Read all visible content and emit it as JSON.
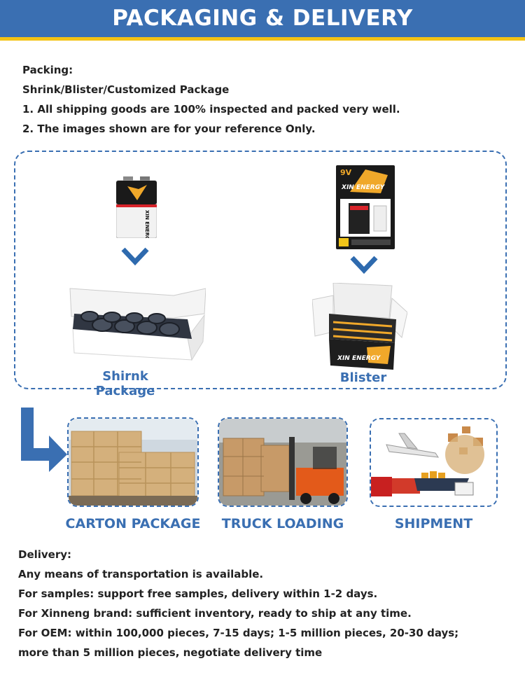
{
  "header": {
    "title": "PACKAGING & DELIVERY"
  },
  "packing": {
    "lines": [
      "Packing:",
      "Shrink/Blister/Customized Package",
      "1. All shipping goods are 100% inspected and packed very well.",
      "2. The images shown are for your reference Only."
    ]
  },
  "packages": {
    "left_label": "Shirnk Package",
    "right_label": "Blister",
    "battery_brand": "XIN ENERGY",
    "blister_voltage": "9V",
    "blister_brand": "XIN ENERGY",
    "box_brand": "XIN ENERGY"
  },
  "stages": [
    {
      "label": "CARTON PACKAGE",
      "icon": "carton-pallet-photo"
    },
    {
      "label": "TRUCK LOADING",
      "icon": "forklift-photo"
    },
    {
      "label": "SHIPMENT",
      "icon": "transport-collage-photo"
    }
  ],
  "delivery": {
    "lines": [
      "Delivery:",
      "Any means of transportation is available.",
      "For samples: support free samples, delivery within 1-2 days.",
      "For Xinneng brand: sufficient inventory, ready to ship at any time.",
      "For OEM: within 100,000 pieces, 7-15 days; 1-5 million pieces, 20-30 days;",
      "more than 5 million pieces, negotiate delivery time"
    ]
  },
  "colors": {
    "primary_blue": "#3a6fb2",
    "accent_yellow": "#f4c313"
  }
}
